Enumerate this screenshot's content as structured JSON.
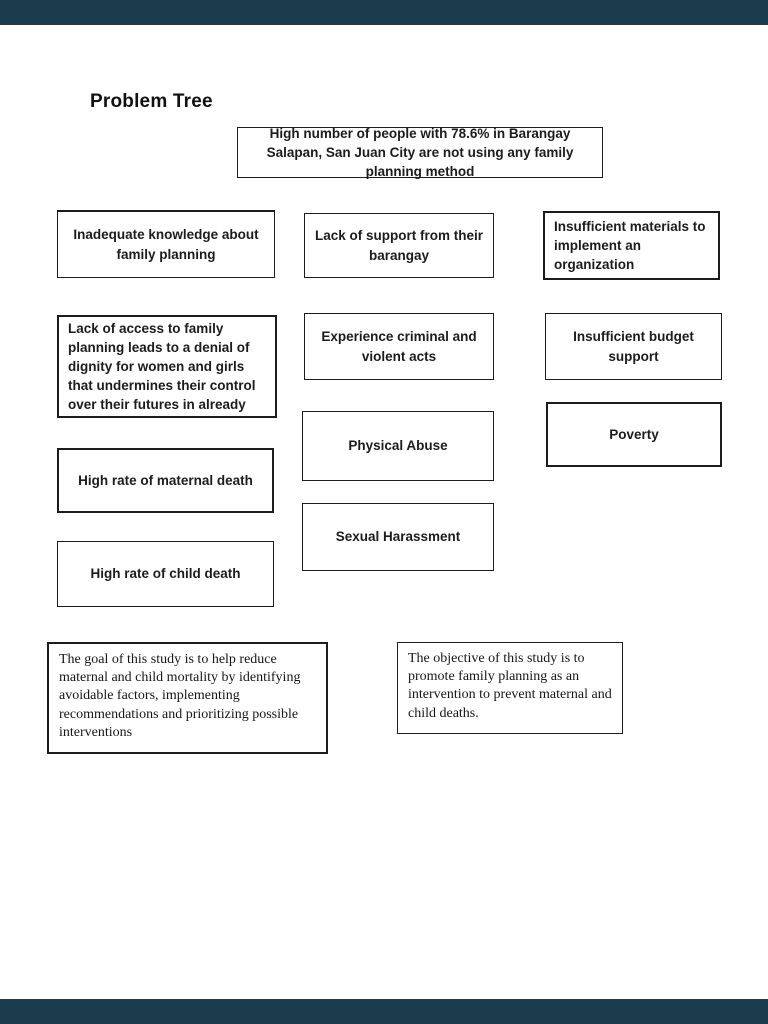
{
  "page": {
    "title": "Problem Tree"
  },
  "chrome": {
    "bar_color": "#1b3c4d"
  },
  "boxes": {
    "core_problem": "High number of people with 78.6% in Barangay Salapan, San Juan City are not using any family planning method",
    "inadequate_knowledge": "Inadequate knowledge about family planning",
    "lack_support": "Lack of support from their barangay",
    "insufficient_materials": "Insufficient materials to implement an organization",
    "lack_access": "Lack of access to family planning leads to a denial of dignity for women and girls that undermines their control over their futures in already",
    "experience_criminal": "Experience criminal and violent acts",
    "insufficient_budget": "Insufficient budget support",
    "physical_abuse": "Physical Abuse",
    "poverty": "Poverty",
    "maternal_death": "High rate of maternal death",
    "sexual_harassment": "Sexual Harassment",
    "child_death": "High rate of child death",
    "goal": "The goal of this study is to help reduce maternal and child mortality by identifying avoidable factors, implementing recommendations and prioritizing possible interventions",
    "objective": "The objective of this study is to promote family planning as an intervention to prevent maternal and child deaths."
  }
}
